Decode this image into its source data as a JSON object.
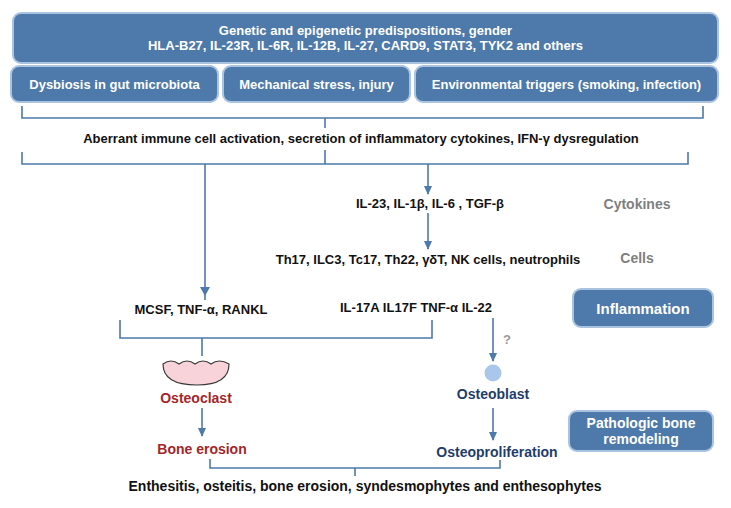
{
  "diagram": {
    "nodes": [
      {
        "text": [
          "Genetic and epigenetic predispositions, gender",
          "HLA-B27, IL-23R, IL-6R, IL-12B, IL-27, CARD9, STAT3, TYK2 and others"
        ]
      },
      {
        "text": [
          "Dysbiosis in gut microbiota"
        ]
      },
      {
        "text": [
          "Mechanical stress, injury"
        ]
      },
      {
        "text": [
          "Environmental triggers (smoking, infection)"
        ]
      },
      {
        "text": [
          "Inflammation"
        ]
      },
      {
        "text": [
          "Osteoclast"
        ]
      },
      {
        "text": [
          "Osteoblast"
        ]
      },
      {
        "text": [
          "Pathologic bone remodeling"
        ]
      }
    ],
    "labels": [
      "Aberrant immune cell activation, secretion of inflammatory cytokines, IFN-γ dysregulation",
      "IL-23, IL-1β, IL-6 , TGF-β",
      "Cytokines",
      "Th17, ILC3, Tc17, Th22, γδT, NK cells, neutrophils",
      "Cells",
      "MCSF, TNF-α, RANKL",
      "IL-17A  IL17F  TNF-α  IL-22",
      "?",
      "Bone erosion",
      "Osteoproliferation",
      "Enthesitis, osteitis, bone erosion, syndesmophytes and enthesophytes"
    ]
  }
}
